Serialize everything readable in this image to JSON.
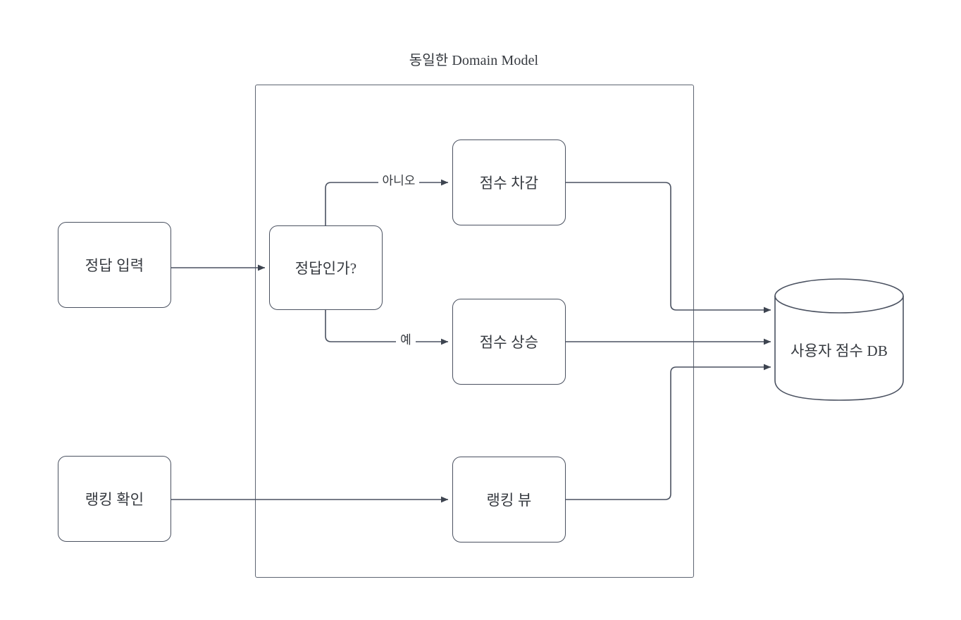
{
  "diagram": {
    "title": "동일한 Domain Model",
    "stroke_color": "#4a5160",
    "text_color": "#35393f",
    "background_color": "#ffffff",
    "container": {
      "label": "동일한 Domain Model"
    },
    "nodes": {
      "answer_input": {
        "label": "정답 입력"
      },
      "is_correct": {
        "label": "정답인가?"
      },
      "score_deduct": {
        "label": "점수 차감"
      },
      "score_increase": {
        "label": "점수 상승"
      },
      "ranking_check": {
        "label": "랭킹 확인"
      },
      "ranking_view": {
        "label": "랭킹 뷰"
      },
      "user_score_db": {
        "label": "사용자 점수 DB"
      }
    },
    "edge_labels": {
      "no_branch": "아니오",
      "yes_branch": "예"
    }
  }
}
